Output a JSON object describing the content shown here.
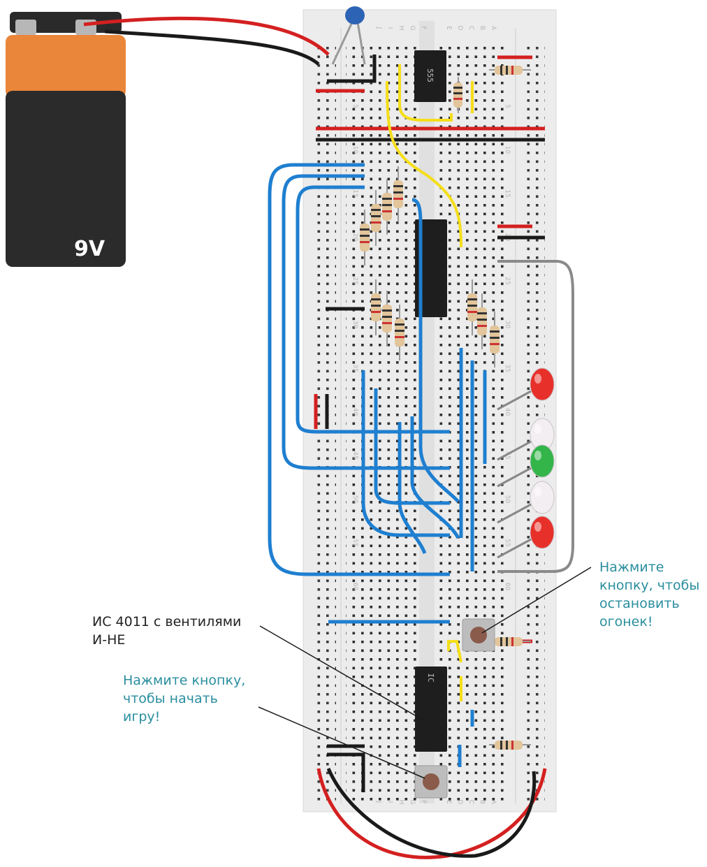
{
  "battery": {
    "label": "9V"
  },
  "chips": {
    "timer_label": "555",
    "nand_label": "IC"
  },
  "annotations": {
    "ic_label": [
      "ИС 4011 с вентилями",
      "И-НЕ"
    ],
    "stop_label": [
      "Нажмите",
      "кнопку, чтобы",
      "остановить",
      "огонек!"
    ],
    "start_label": [
      "Нажмите кнопку,",
      "чтобы начать",
      "игру!"
    ]
  },
  "colors": {
    "board": "#ececec",
    "wire_blue": "#1f7fd0",
    "wire_red": "#d42020",
    "wire_black": "#1a1a1a",
    "wire_yellow": "#f5de1a",
    "wire_gray": "#8a8a8a",
    "annotation_teal": "#2a8e9e",
    "battery_copper": "#e9863a",
    "battery_black": "#2b2b2b"
  },
  "row_numbers": {
    "left": [
      "5",
      "10",
      "15",
      "20",
      "25",
      "30",
      "35",
      "40",
      "45",
      "50",
      "55",
      "60"
    ],
    "right": [
      "5",
      "10",
      "15",
      "20",
      "25",
      "30",
      "35",
      "40",
      "45",
      "50",
      "55",
      "60"
    ]
  },
  "column_letters": [
    "J",
    "I",
    "H",
    "G",
    "F",
    "E",
    "D",
    "C",
    "B",
    "A"
  ],
  "leds": [
    {
      "name": "led-red-top",
      "color": "#e8302a"
    },
    {
      "name": "led-white-1",
      "color": "#f3eef2"
    },
    {
      "name": "led-green",
      "color": "#33b54a"
    },
    {
      "name": "led-white-2",
      "color": "#f3eef2"
    },
    {
      "name": "led-red-bottom",
      "color": "#e8302a"
    }
  ]
}
